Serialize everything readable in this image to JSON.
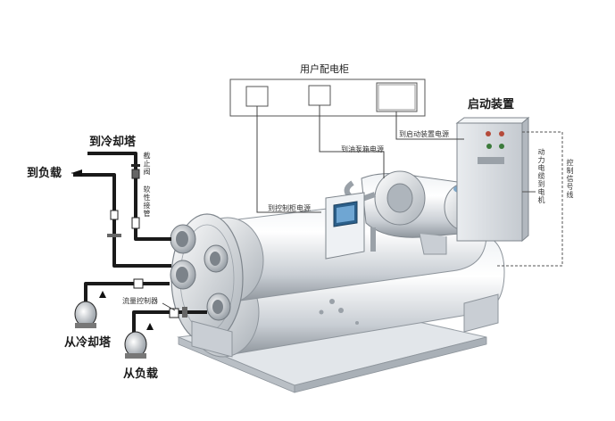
{
  "labels": {
    "user_cabinet": "用户配电柜",
    "starter": "启动装置",
    "to_starter_power": "到启动装置电源",
    "to_oil_pump_power": "到油泵箱电源",
    "to_control_power": "到控制柜电源",
    "to_cooling_tower": "到冷却塔",
    "to_load": "到负载",
    "from_cooling_tower": "从冷却塔",
    "from_load": "从负载",
    "stop_valve": "截止阀",
    "soft_pipe": "软性接管",
    "flow_controller": "流量控制器",
    "motor_power": "动力电缆到电机",
    "control_signal": "控制信号线"
  },
  "colors": {
    "pipe": "#1a1a1a",
    "shell_light": "#f4f6f8",
    "shell_dark": "#9aa1a8",
    "base": "#d9dde2",
    "arrow": "#111111"
  }
}
